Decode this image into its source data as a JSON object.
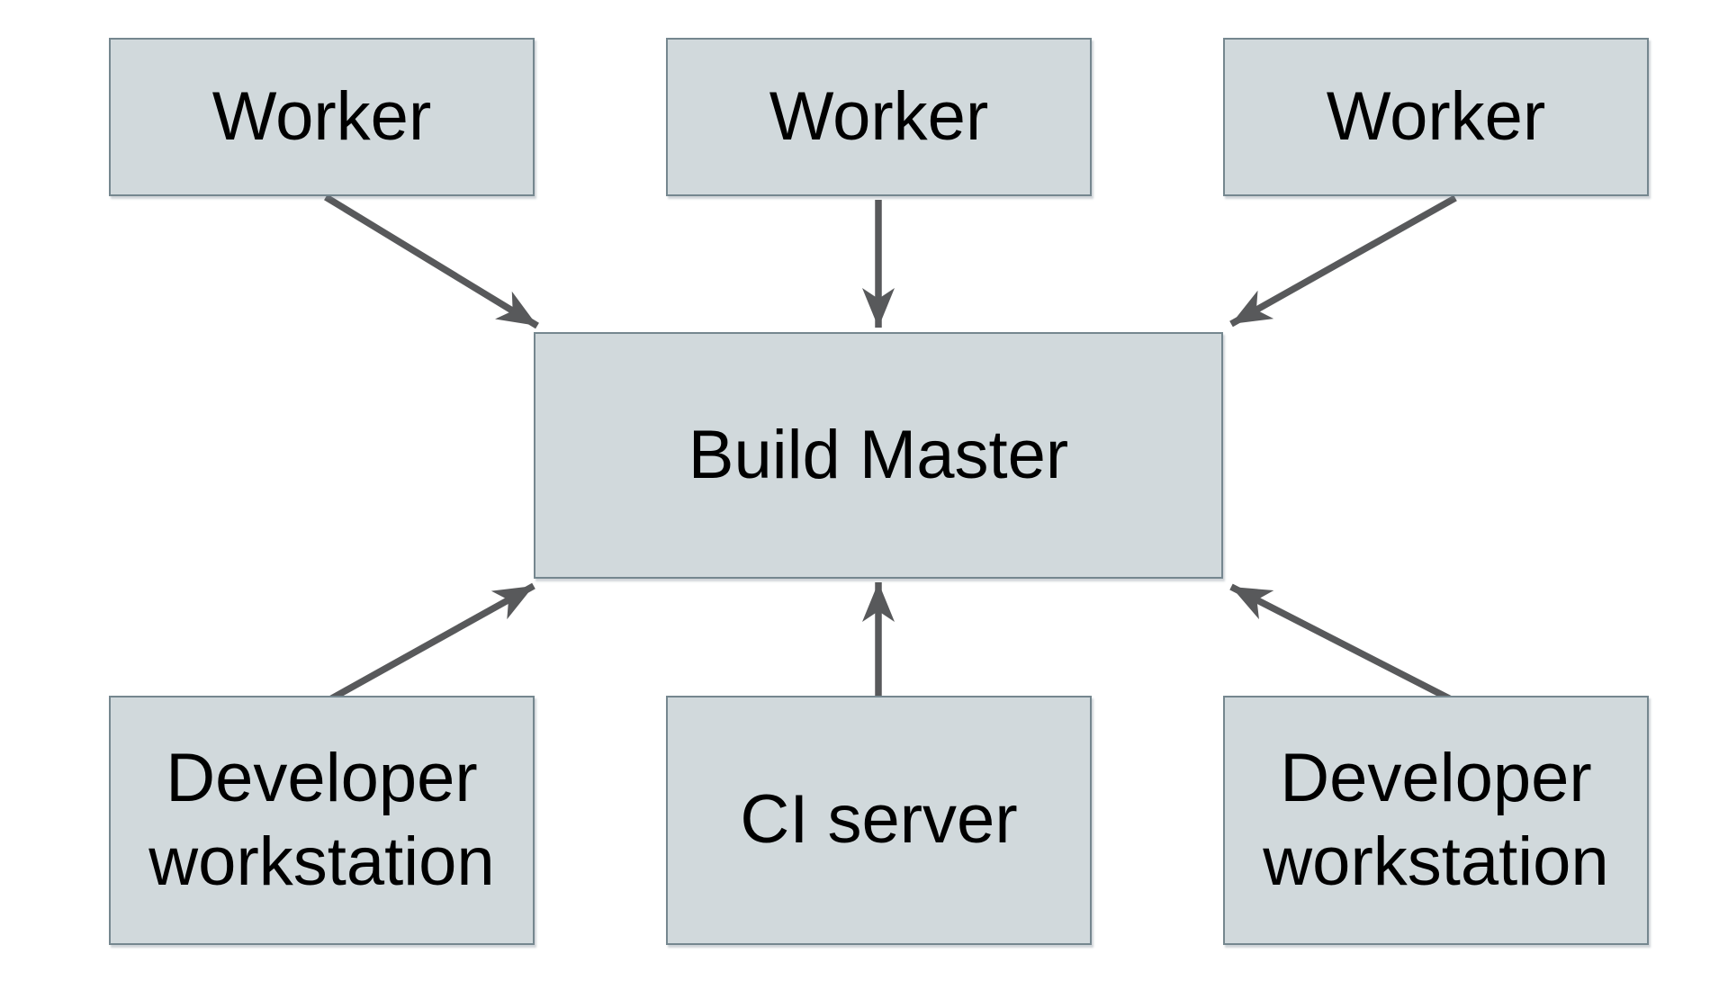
{
  "diagram": {
    "type": "architecture-diagram",
    "nodes": [
      {
        "id": "worker-1",
        "label": "Worker"
      },
      {
        "id": "worker-2",
        "label": "Worker"
      },
      {
        "id": "worker-3",
        "label": "Worker"
      },
      {
        "id": "build-master",
        "label": "Build Master"
      },
      {
        "id": "developer-workstation-left",
        "label": "Developer workstation"
      },
      {
        "id": "ci-server",
        "label": "CI server"
      },
      {
        "id": "developer-workstation-right",
        "label": "Developer workstation"
      }
    ],
    "edges": [
      {
        "from": "worker-1",
        "to": "build-master"
      },
      {
        "from": "worker-2",
        "to": "build-master"
      },
      {
        "from": "worker-3",
        "to": "build-master"
      },
      {
        "from": "developer-workstation-left",
        "to": "build-master"
      },
      {
        "from": "ci-server",
        "to": "build-master"
      },
      {
        "from": "developer-workstation-right",
        "to": "build-master"
      }
    ],
    "colors": {
      "background": "#ffffff",
      "node_fill": "#d1d9dc",
      "node_border": "#75878f",
      "arrow": "#58595b",
      "text": "#000000"
    }
  }
}
